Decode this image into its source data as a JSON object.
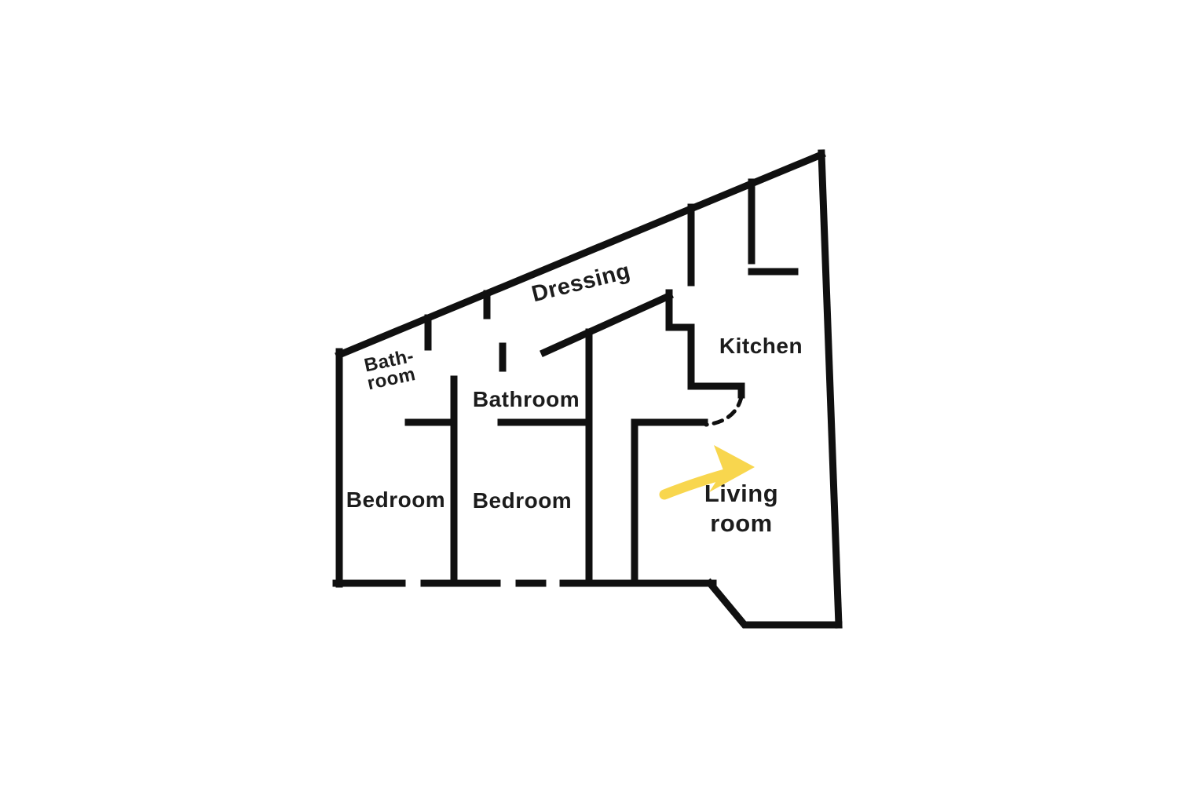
{
  "rooms": {
    "bathroom_small": {
      "line1": "Bath-",
      "line2": "room"
    },
    "dressing": {
      "label": "Dressing"
    },
    "kitchen": {
      "label": "Kitchen"
    },
    "bathroom": {
      "label": "Bathroom"
    },
    "bedroom_left": {
      "label": "Bedroom"
    },
    "bedroom_right": {
      "label": "Bedroom"
    },
    "living_room": {
      "line1": "Living",
      "line2": "room"
    }
  },
  "annotations": {
    "arrow": {
      "icon": "direction-arrow-icon",
      "color": "#F8D64E"
    }
  },
  "colors": {
    "wall": "#101010",
    "text": "#1c1c1c",
    "arrow": "#F8D64E",
    "background": "#ffffff"
  }
}
